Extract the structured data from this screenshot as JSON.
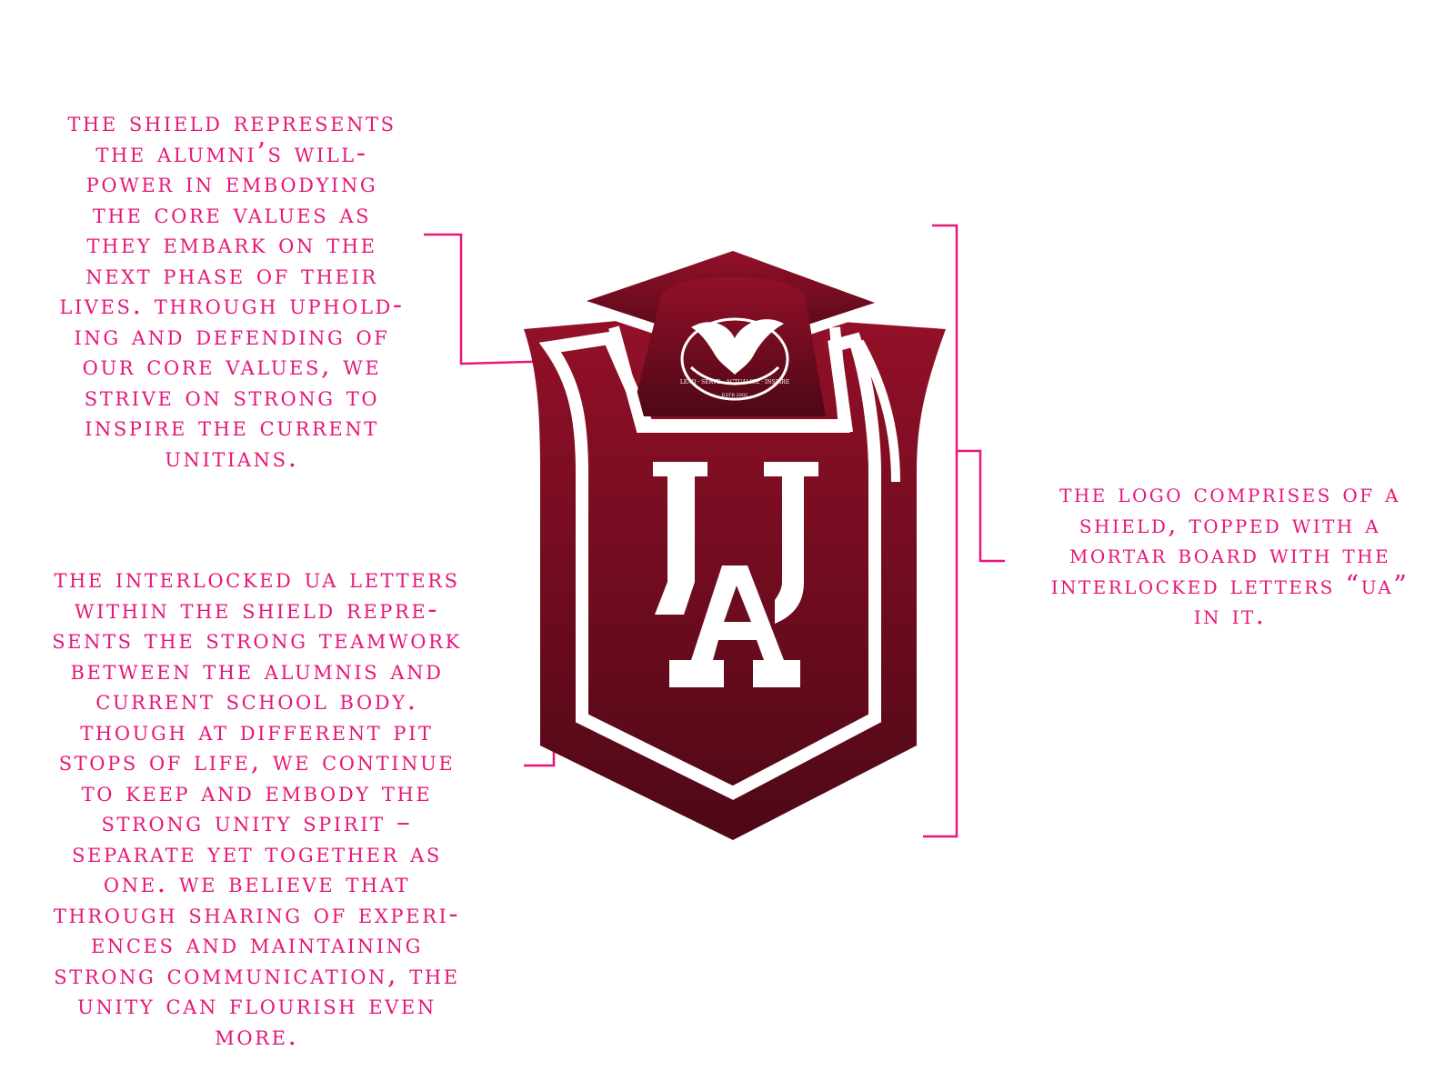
{
  "colors": {
    "annotation_text": "#e6177a",
    "leader_lines": "#e6177a",
    "shield_top": "#931028",
    "shield_bottom": "#4e0816",
    "outline": "#ffffff"
  },
  "annotations": {
    "shield": {
      "lines": [
        "The shield represents",
        "the Alumni’s will-",
        "power in embodying",
        "the core values as",
        "they embark on the",
        "next phase of their",
        "lives. Through uphold-",
        "ing and defending of",
        "our core values, we",
        "strive on strong to",
        "inspire the current",
        "Unitians."
      ]
    },
    "letters": {
      "lines": [
        "The interlocked UA letters",
        "within the shield repre-",
        "sents the strong teamwork",
        "between the Alumnis and",
        "current school body.",
        "Though at different pit",
        "stops of life, we continue",
        "to keep and embody the",
        "strong Unity spirit –",
        "separate yet together as",
        "one. We believe that",
        "through sharing of experi-",
        "ences and maintaining",
        "strong communication, the",
        "Unity can flourish even",
        "more."
      ]
    },
    "logo": {
      "lines": [
        "The logo comprises of a",
        "shield, topped with a",
        "mortar board with the",
        "interlocked letters “UA”",
        "in it."
      ]
    }
  },
  "logo": {
    "monogram": "UA",
    "crest_icon": "eagle-crest-icon",
    "crest_ribbon": "LEAD · SERVE · ACTUALISE · INSPIRE",
    "crest_year": "ESTB 2002"
  }
}
